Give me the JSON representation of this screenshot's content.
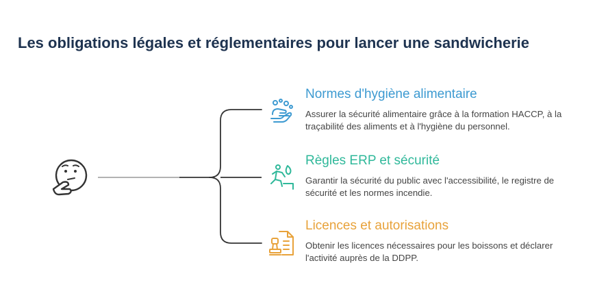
{
  "title": "Les obligations légales et réglementaires pour lancer une sandwicherie",
  "center": {
    "icon": "thinking-face-icon"
  },
  "branches": [
    {
      "title": "Normes d'hygiène alimentaire",
      "description": "Assurer la sécurité alimentaire grâce à la formation HACCP, à la traçabilité des aliments et à l'hygiène du personnel.",
      "icon": "hand-washing-icon",
      "color": "#3d9ad1"
    },
    {
      "title": "Règles ERP et sécurité",
      "description": "Garantir la sécurité du public avec l'accessibilité, le registre de sécurité et les normes incendie.",
      "icon": "fire-exit-icon",
      "color": "#2fb89a"
    },
    {
      "title": "Licences et autorisations",
      "description": "Obtenir les licences nécessaires pour les boissons et déclarer l'activité auprès de la DDPP.",
      "icon": "license-stamp-icon",
      "color": "#e8a23a"
    }
  ]
}
